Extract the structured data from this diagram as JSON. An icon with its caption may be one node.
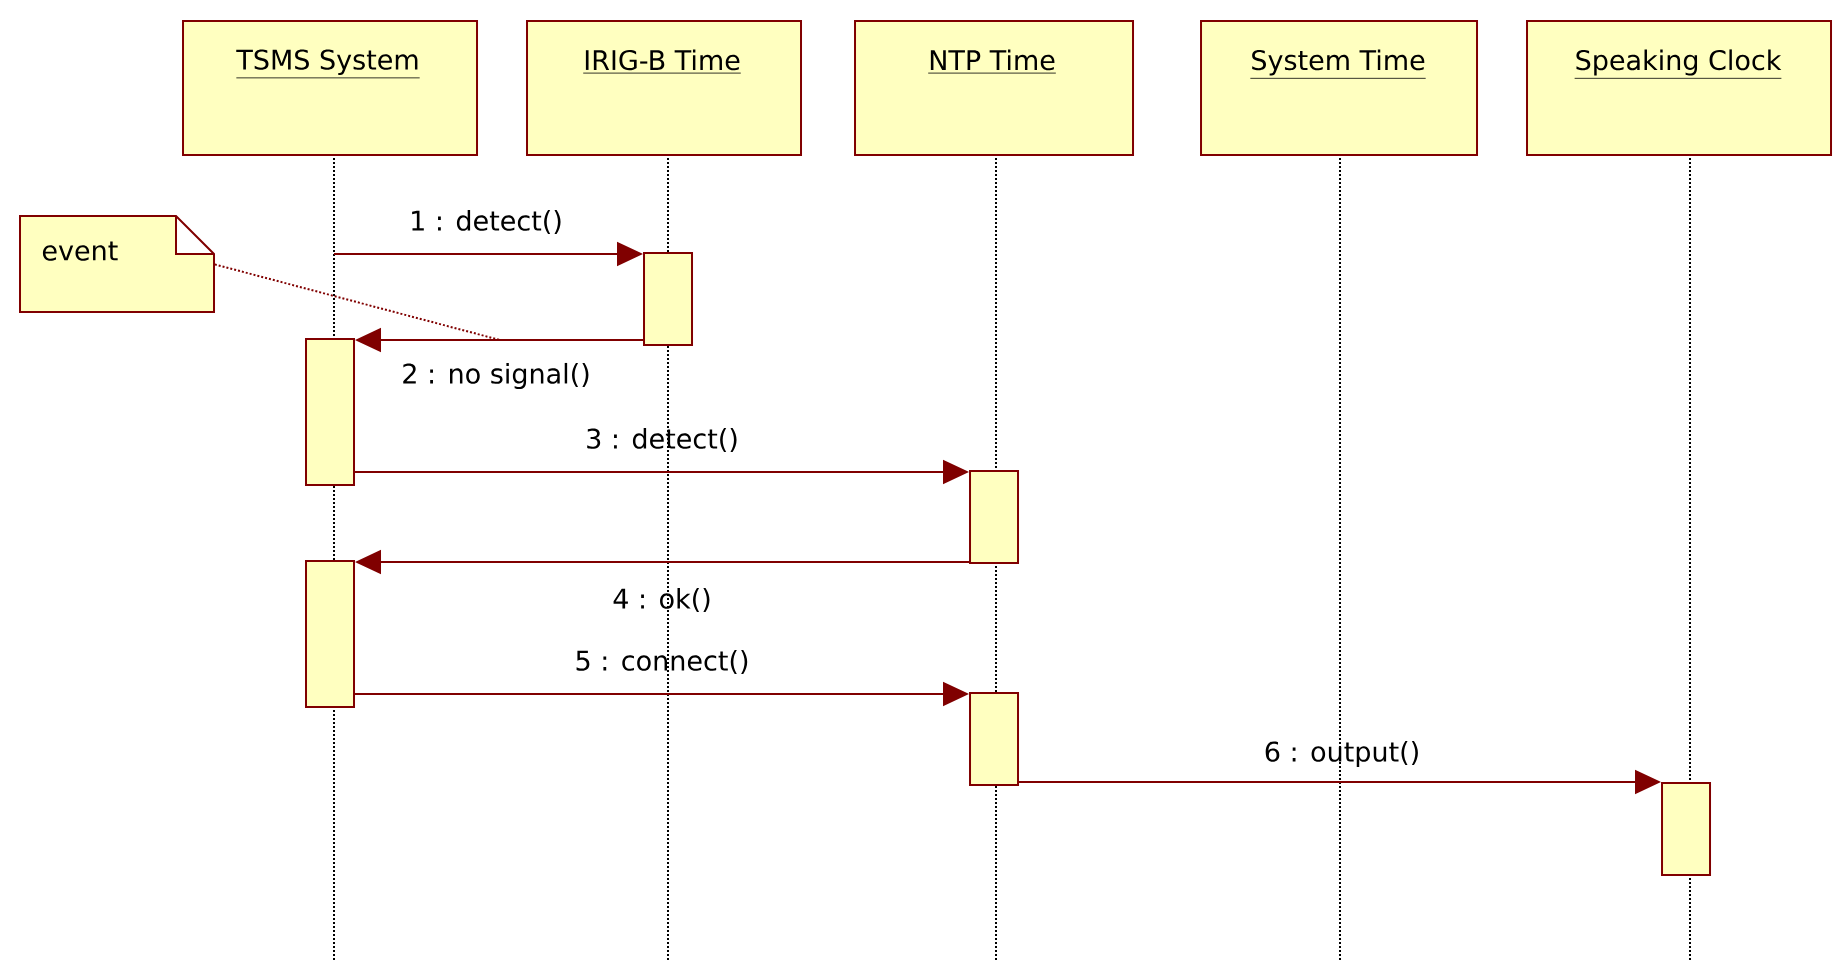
{
  "diagram": {
    "nodes": [
      {
        "text": [
          "TSMS System"
        ]
      },
      {
        "text": [
          "IRIG-B Time"
        ]
      },
      {
        "text": [
          "NTP Time"
        ]
      },
      {
        "text": [
          "System Time"
        ]
      },
      {
        "text": [
          "Speaking Clock"
        ]
      },
      {
        "text": [
          "event"
        ]
      },
      {
        "text": [],
        "shape": "bar"
      },
      {
        "text": [],
        "shape": "bar"
      },
      {
        "text": [],
        "shape": "bar"
      },
      {
        "text": [],
        "shape": "bar"
      },
      {
        "text": [],
        "shape": "bar"
      },
      {
        "text": [],
        "shape": "bar"
      }
    ],
    "edges": [
      {
        "from": null,
        "to": 6,
        "arrow": "to",
        "label": "1 : detect()"
      },
      {
        "from": 6,
        "to": 7,
        "arrow": "to",
        "label": "2 : no signal()"
      },
      {
        "from": 7,
        "to": 8,
        "arrow": "to",
        "label": "3 : detect()"
      },
      {
        "from": 8,
        "to": 9,
        "arrow": "to",
        "label": "4 : ok()"
      },
      {
        "from": 9,
        "to": 10,
        "arrow": "to",
        "label": "5 : connect()"
      },
      {
        "from": 10,
        "to": 11,
        "arrow": "to",
        "label": "6 : output()"
      },
      {
        "from": 5,
        "to": null,
        "arrow": "none",
        "style": "dashed"
      }
    ]
  }
}
